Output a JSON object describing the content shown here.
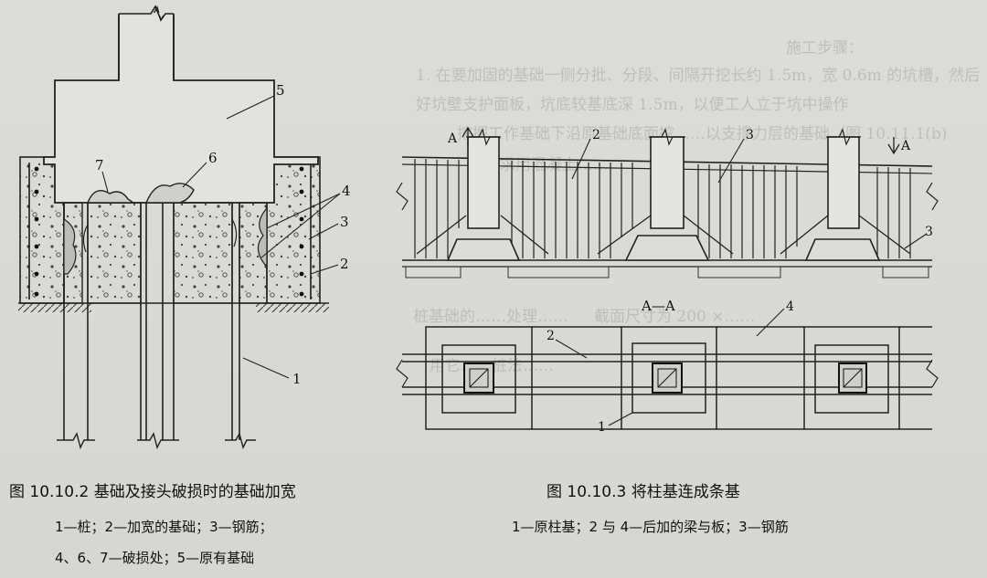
{
  "figure1": {
    "caption": "图 10.10.2   基础及接头破损时的基础加宽",
    "legend_line1": "1—桩；2—加宽的基础；3—钢筋；",
    "legend_line2": "4、6、7—破损处；5—原有基础",
    "labels": [
      "1",
      "2",
      "3",
      "4",
      "5",
      "6",
      "7"
    ]
  },
  "figure2": {
    "caption": "图 10.10.3   将柱基连成条基",
    "legend": "1—原柱基；2 与 4—后加的梁与板；3—钢筋",
    "section_mark": "A",
    "section_title": "A—A",
    "labels": [
      "1",
      "2",
      "3",
      "4"
    ]
  },
  "background_text": [
    "施工步骤：",
    "1. 在要加固的基础一侧分批、分段、间隔开挖长约 1.5m，宽 0.6m 的坑槽，然后",
    "好坑壁支护面板，坑底较基底深 1.5m，以便工人立于坑中操作",
    "挖掘工作基础下沿原基础底面挖……以支撑力层的基础（图 10.11.1(b)",
    "要求用混凝土……",
    "桩基础的……处理……",
    "截面尺寸为 200 ×……",
    "用它……桩法……"
  ]
}
